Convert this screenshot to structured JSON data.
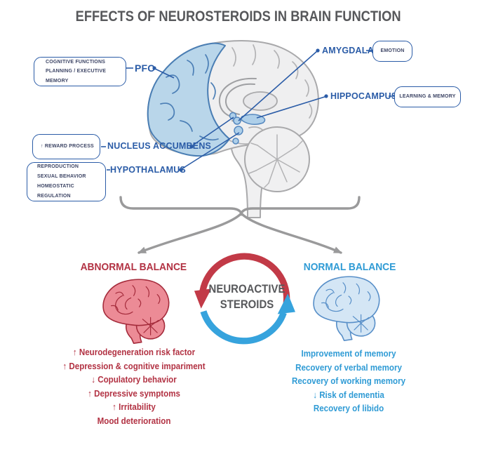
{
  "title": "EFFECTS OF NEUROSTEROIDS IN BRAIN FUNCTION",
  "brain_labels": {
    "pfc": {
      "label": "PFC",
      "lines": [
        "COGNITIVE FUNCTIONS",
        "PLANNING / EXECUTIVE MEMORY"
      ]
    },
    "amygdala": {
      "label": "AMYGDALA",
      "lines": [
        "EMOTION"
      ]
    },
    "hippocampus": {
      "label": "HIPPOCAMPUS",
      "lines": [
        "LEARNING & MEMORY"
      ]
    },
    "nucleus_accumbens": {
      "label": "NUCLEUS ACCUMBENS",
      "lines": [
        "↑ REWARD PROCESS"
      ]
    },
    "hypothalamus": {
      "label": "HYPOTHALAMUS",
      "lines": [
        "REPRODUCTION",
        "SEXUAL BEHAVIOR",
        "HOMEOSTATIC REGULATION"
      ]
    }
  },
  "cycle": {
    "line1": "NEUROACTIVE",
    "line2": "STEROIDS"
  },
  "abnormal": {
    "title": "ABNORMAL BALANCE",
    "items": [
      "↑ Neurodegeneration risk factor",
      "↑ Depression & cognitive impariment",
      "↓  Copulatory behavior",
      "↑ Depressive symptoms",
      "↑ Irritability",
      "Mood deterioration"
    ]
  },
  "normal": {
    "title": "NORMAL BALANCE",
    "items": [
      "Improvement of memory",
      "Recovery of verbal memory",
      "Recovery of working memory",
      "↓ Risk of dementia",
      "Recovery of libido"
    ]
  },
  "colors": {
    "label_blue": "#2b5ca7",
    "brain_highlight_blue": "#b9d6ea",
    "abnormal_red": "#b23243",
    "normal_blue": "#2f9bd5",
    "cycle_red": "#c23a47",
    "cycle_blue": "#36a3dd",
    "title_gray": "#57585b",
    "connector_gray": "#9a9a9b"
  }
}
